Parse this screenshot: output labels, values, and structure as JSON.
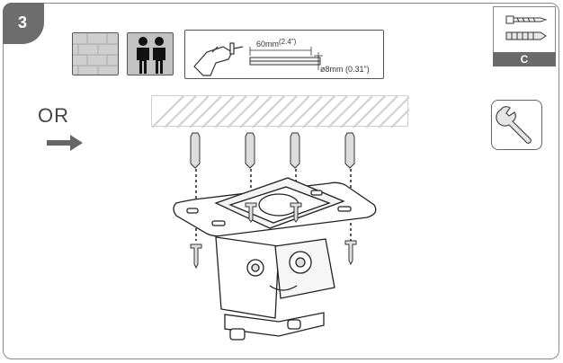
{
  "step": {
    "number": "3"
  },
  "instructions": {
    "or_label": "OR",
    "drill_depth": "60mm",
    "drill_depth_in": "(2.4\")",
    "drill_diameter": "ø8mm (0.31\")"
  },
  "hardware": {
    "label": "C",
    "items": [
      "screw-icon",
      "wall-anchor-icon"
    ]
  },
  "icons": [
    "brick-wall-icon",
    "two-person-icon",
    "drill-icon",
    "wrench-icon",
    "right-arrow-icon"
  ],
  "colors": {
    "frame": "#8a8a8a",
    "badge": "#6d6d6d",
    "hatch": "#cfcfcf"
  }
}
